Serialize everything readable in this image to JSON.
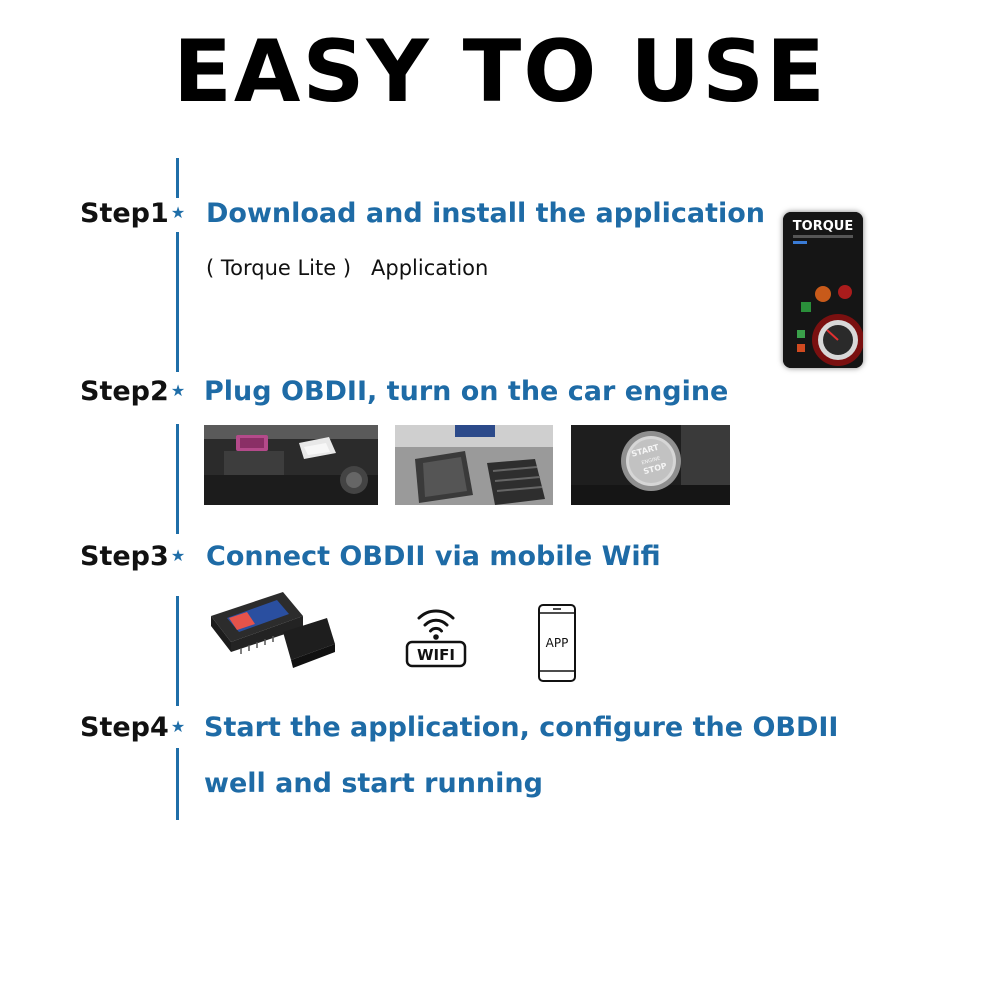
{
  "title": "EASY TO USE",
  "colors": {
    "accent": "#1e6ba6",
    "timeline": "#1f6ea8",
    "text": "#111111"
  },
  "steps": [
    {
      "label": "Step1",
      "text": "Download and install the application"
    },
    {
      "label": "Step2",
      "text": "Plug OBDII, turn on the car engine"
    },
    {
      "label": "Step3",
      "text": "Connect OBDII via mobile Wifi"
    },
    {
      "label": "Step4",
      "text": "Start the application, configure the OBDII",
      "text2": "well and start running"
    }
  ],
  "step1_note": {
    "app_name": "( Torque Lite )",
    "suffix": "Application"
  },
  "torque_app": {
    "title": "TORQUE",
    "icon": "phone-app-icon"
  },
  "step2_photos": [
    "obd-port-photo",
    "car-pedals-photo",
    "start-engine-button-photo"
  ],
  "start_button_text": [
    "START",
    "ENGINE",
    "STOP"
  ],
  "step3_icons": {
    "adapter": "obd-adapter-icon",
    "wifi_label": "WIFI",
    "app_label": "APP"
  }
}
